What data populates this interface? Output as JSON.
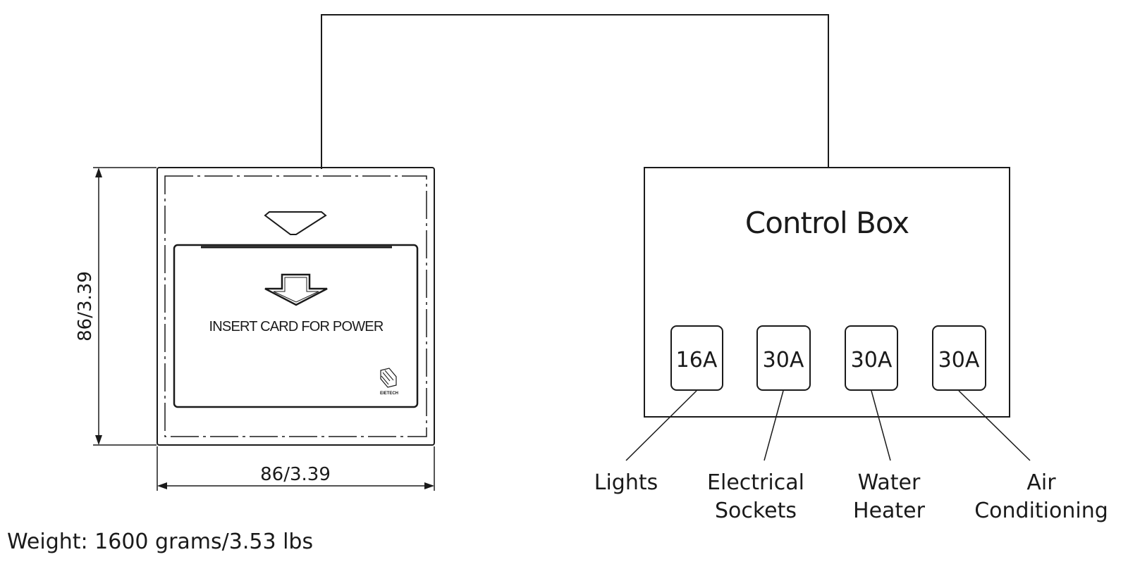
{
  "switch": {
    "card_text": "INSERT CARD FOR POWER",
    "logo_text": "EIETECH",
    "height_dim": "86/3.39",
    "width_dim": "86/3.39"
  },
  "control_box": {
    "title": "Control Box",
    "breakers": [
      {
        "rating": "16A",
        "label_line1": "Lights",
        "label_line2": ""
      },
      {
        "rating": "30A",
        "label_line1": "Electrical",
        "label_line2": "Sockets"
      },
      {
        "rating": "30A",
        "label_line1": "Water",
        "label_line2": "Heater"
      },
      {
        "rating": "30A",
        "label_line1": "Air",
        "label_line2": "Conditioning"
      }
    ]
  },
  "weight": "Weight: 1600 grams/3.53 lbs"
}
